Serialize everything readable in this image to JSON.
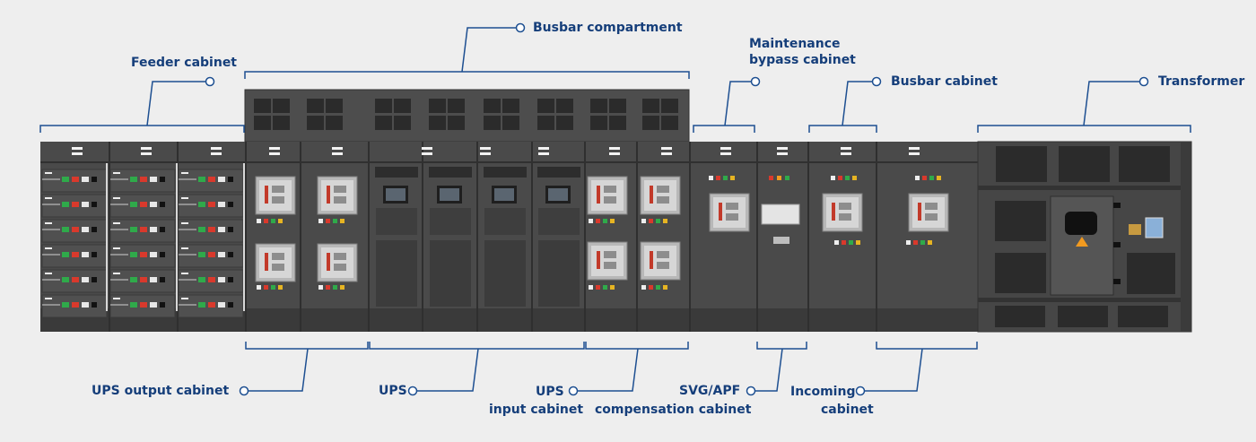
{
  "diagram": {
    "title": "",
    "labels": {
      "feeder_cabinet": "Feeder cabinet",
      "busbar_compartment": "Busbar compartment",
      "maintenance_bypass_line1": "Maintenance",
      "maintenance_bypass_line2": "bypass cabinet",
      "busbar_cabinet": "Busbar cabinet",
      "transformer": "Transformer",
      "ups_output_cabinet": "UPS output cabinet",
      "ups": "UPS",
      "ups_input_line1": "UPS",
      "ups_input_line2": "input cabinet",
      "compensation_cabinet": "compensation cabinet",
      "svg_apf": "SVG/APF",
      "incoming_line1": "Incoming",
      "incoming_line2": "cabinet"
    },
    "colors": {
      "background": "#eeeeee",
      "label": "#153e7a",
      "leader_line": "#1d4f91",
      "cabinet_body": "#4a4a4a",
      "cabinet_dark": "#3a3a3a",
      "vent": "#2b2b2b",
      "breaker": "#b8b8b8",
      "breaker_red": "#c23a2a",
      "indicator_red": "#d9392c",
      "indicator_green": "#2faa4a",
      "indicator_yellow": "#e6b422",
      "warning": "#f29a1f"
    }
  }
}
